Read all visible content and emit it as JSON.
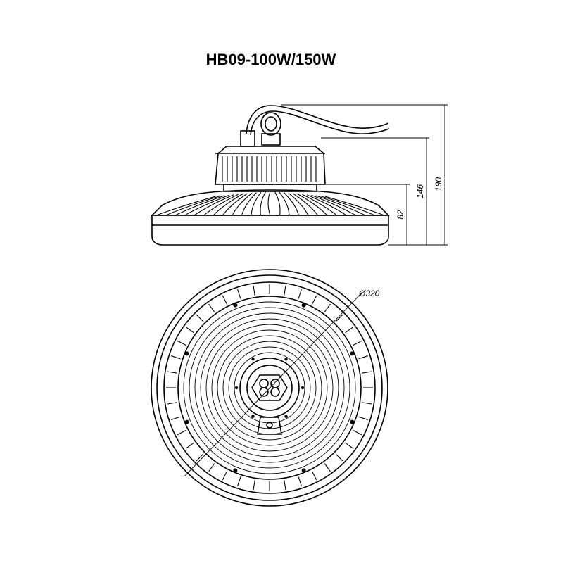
{
  "title": "HB09-100W/150W",
  "dimensions": {
    "height_overall": "190",
    "height_mid": "146",
    "height_lower": "82",
    "diameter": "Ø320"
  },
  "colors": {
    "stroke": "#000000",
    "background": "#ffffff"
  }
}
